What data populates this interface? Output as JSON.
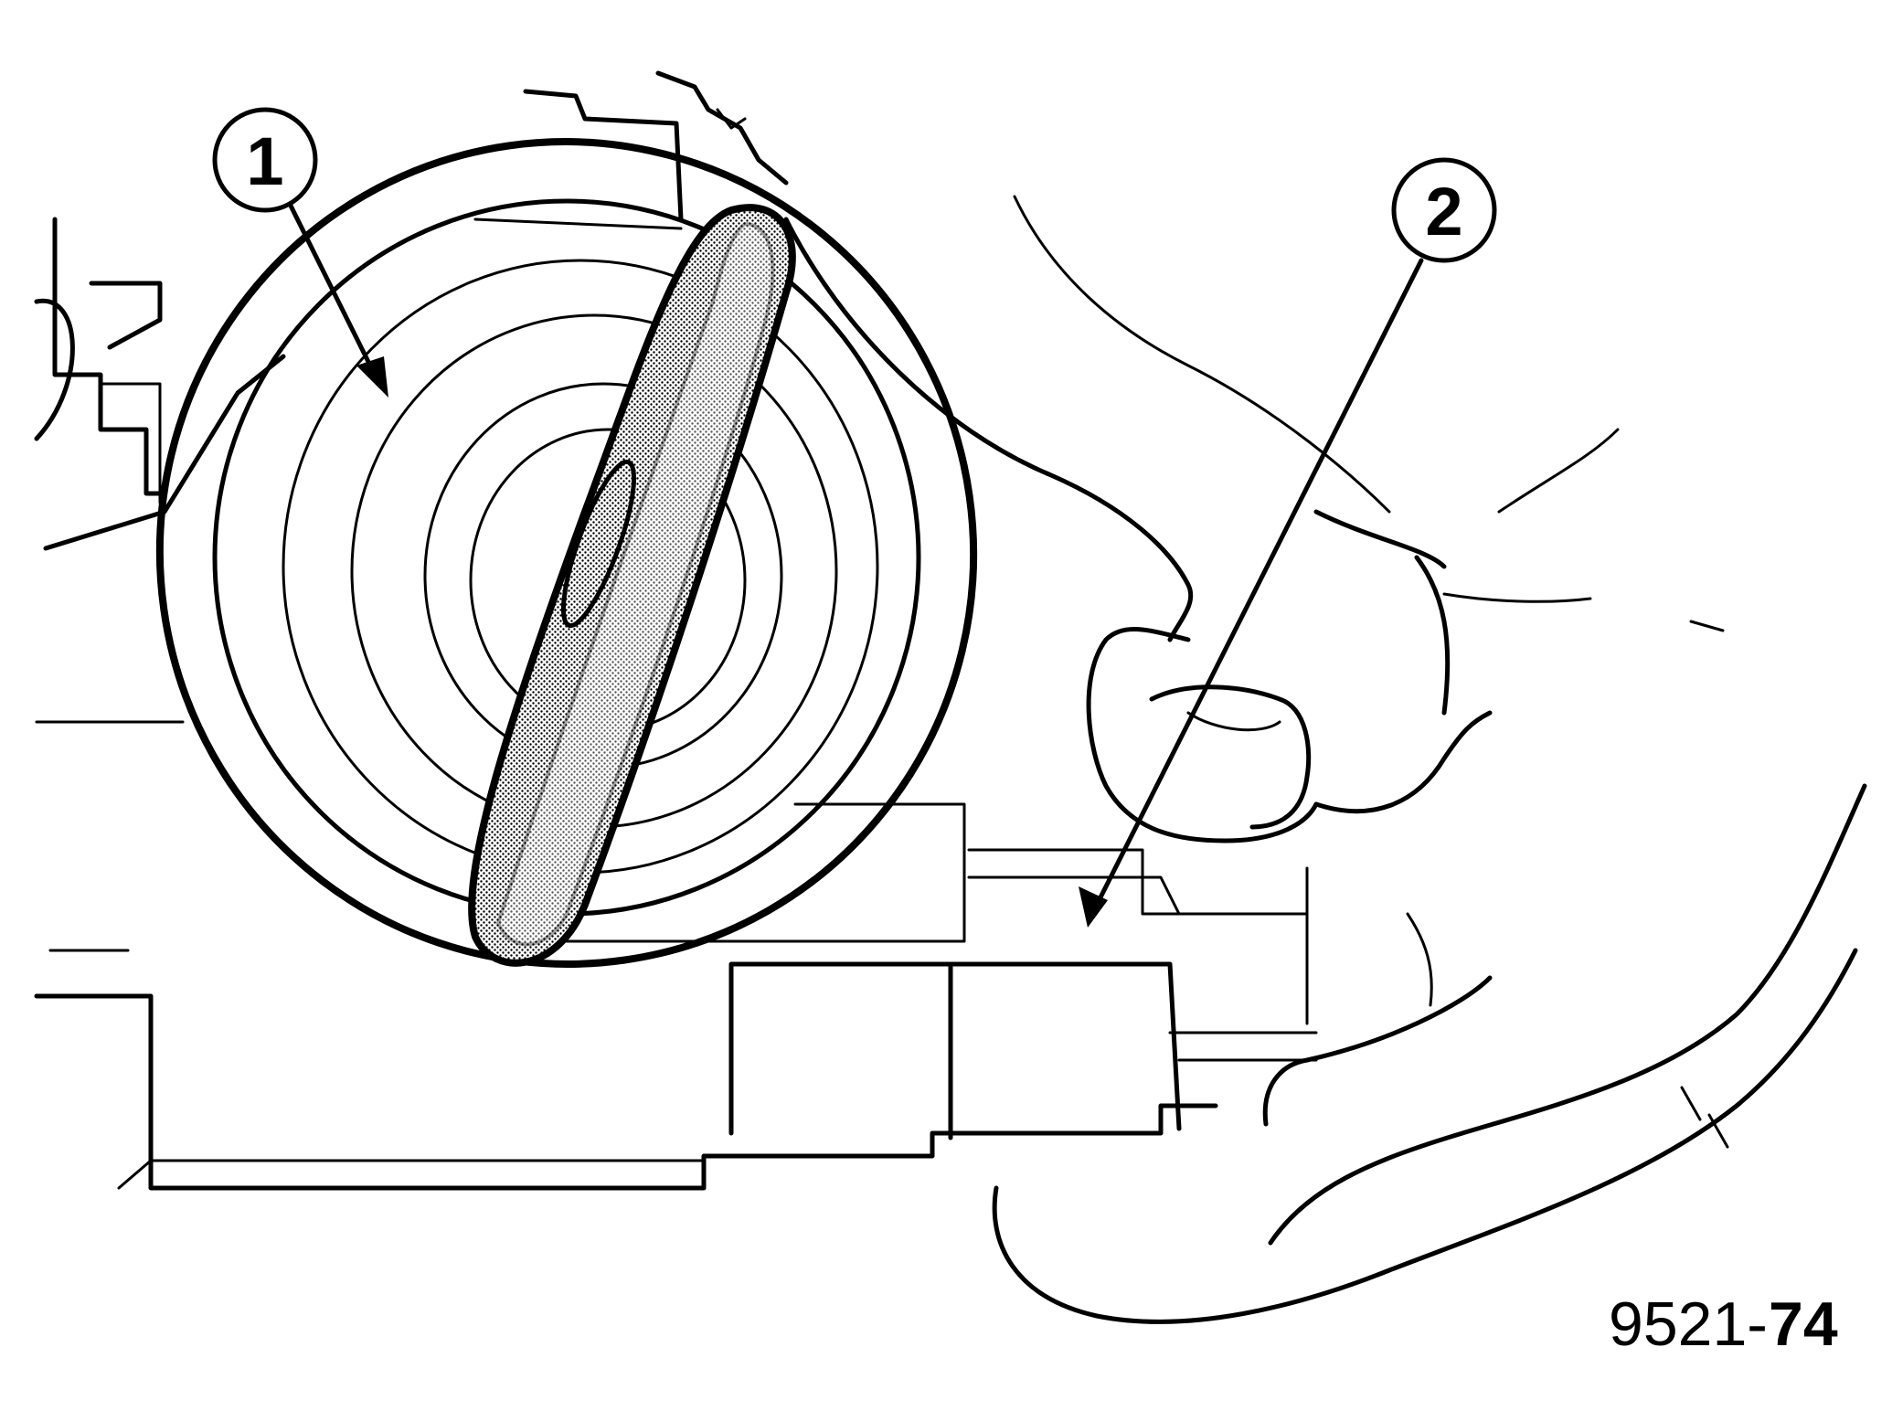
{
  "callouts": [
    {
      "id": "1",
      "label": "1"
    },
    {
      "id": "2",
      "label": "2"
    }
  ],
  "figure_code": {
    "prefix": "9521-",
    "suffix": "74"
  },
  "colors": {
    "ink": "#000000",
    "paper": "#ffffff",
    "key_shading": "#d9d9d9"
  }
}
